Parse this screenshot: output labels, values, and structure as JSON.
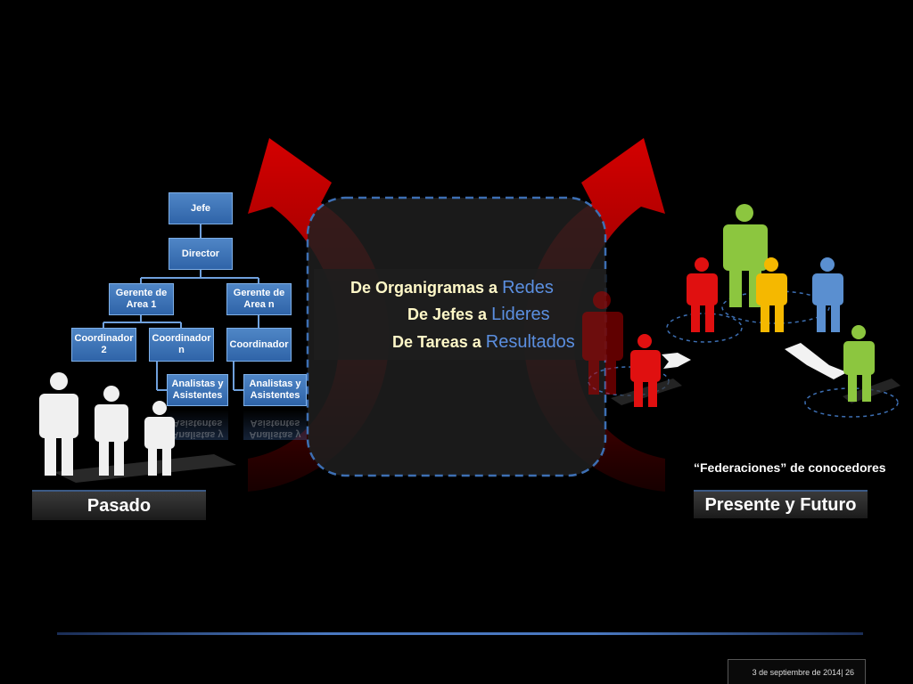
{
  "org_chart": {
    "jefe": "Jefe",
    "director": "Director",
    "gerente1": "Gerente de Area 1",
    "gerenten": "Gerente de Area n",
    "coord2": "Coordinador 2",
    "coordn": "Coordinador n",
    "coord": "Coordinador",
    "analistas1": "Analistas y Asistentes",
    "analistas2": "Analistas y Asistentes"
  },
  "center": {
    "line1_prefix": "De Organigramas a",
    "line1_highlight": "Redes",
    "line2_prefix": "De Jefes a",
    "line2_highlight": "Lideres",
    "line3_prefix": "De Tareas a",
    "line3_highlight": "Resultados"
  },
  "labels": {
    "past": "Pasado",
    "future": "Presente y Futuro",
    "federations": "“Federaciones” de conocedores"
  },
  "footer": {
    "date": "3 de septiembre de 2014",
    "page": "| 26"
  },
  "colors": {
    "background": "#000000",
    "box_blue": "#3a72b8",
    "arrow_red": "#c00000",
    "highlight_blue": "#5b8fe0",
    "person_white": "#f0f0f0",
    "person_red": "#e01010",
    "person_green": "#8cc63f",
    "person_yellow": "#f5b800",
    "person_blue": "#5a8fd0"
  }
}
